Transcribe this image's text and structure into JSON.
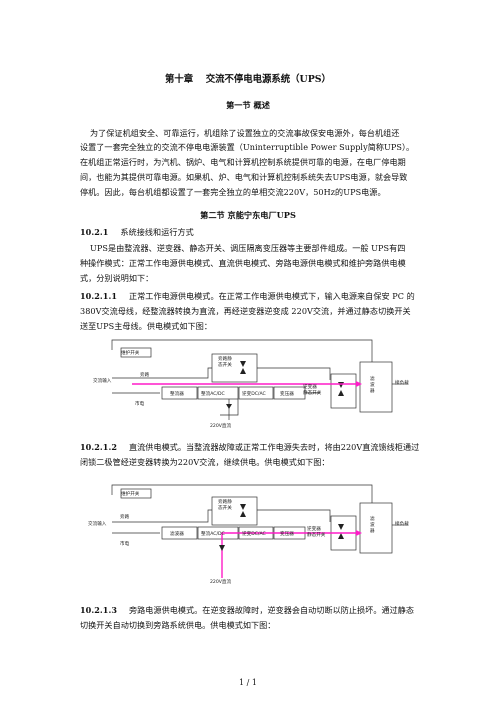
{
  "chapter_title": "第十章　 交流不停电电源系统（UPS）",
  "section1_title": "第一节 概述",
  "section1_para": [
    "为了保证机组安全、可靠运行，机组除了设置独立的交流事故保安电源外，每台机组还",
    "设置了一套完全独立的交流不停电电源装置（Uninterruptible Power Supply简称UPS）。",
    "在机组正常运行时，为汽机、锅炉、电气和计算机控制系统提供可靠的电源，在电厂停电期",
    "间，也能为其提供可靠电源。如果机、炉、电气和计算机控制系统失去UPS电源，就会导致",
    "停机。因此，每台机组都设置了一套完全独立的单相交流220V，50Hz的UPS电源。"
  ],
  "section2_title": "第二节 京能宁东电厂UPS",
  "s1021": {
    "num": "10.2.1",
    "title": "系统接线和运行方式"
  },
  "s1021_para": [
    "UPS是由整流器、逆变器、静态开关、调压隔离变压器等主要部件组成。一般 UPS有四",
    "种操作模式：正常工作电源供电模式、直流供电模式、旁路电源供电模式和维护旁路供电模",
    "式，分别说明如下："
  ],
  "s10211": {
    "num": "10.2.1.1",
    "lines": [
      "正常工作电源供电模式。在正常工作电源供电模式下，输入电源来自保安 PC 的",
      "380V交流母线，经整流器转换为直流，再经逆变器逆变成 220V交流，并通过静态切换开关",
      "送至UPS主母线。供电模式如下图："
    ]
  },
  "s10212": {
    "num": "10.2.1.2",
    "lines": [
      "直流供电模式。当整流器故障或正常工作电源失去时，将由220V直流馈线柜通过",
      "闭锁二极管经逆变器转换为220V交流，继续供电。供电模式如下图："
    ]
  },
  "s10213": {
    "num": "10.2.1.3",
    "lines": [
      "旁路电源供电模式。在逆变器故障时，逆变器会自动切断以防止损坏。通过静态",
      "切换开关自动切换到旁路系统供电。供电模式如下图："
    ]
  },
  "diagram1": {
    "maint_switch": "维护开关",
    "bypass": "旁路",
    "ac_input": "交流输入",
    "main": "市电",
    "bypass_static": "旁路静",
    "bypass_static2": "态开关",
    "rectifier": "整流器",
    "rectifier2": "整流AC/DC",
    "inverter": "逆变DC/AC",
    "transformer": "变压器",
    "inverter_static": "逆变器",
    "inverter_static2": "静态开关",
    "filter": "滤",
    "filter2": "波",
    "filter3": "器",
    "load": "接负载",
    "dc": "220V直流"
  },
  "diagram2": {
    "maint_switch": "维护开关",
    "bypass": "旁路",
    "ac_input": "交流输入",
    "main": "市电",
    "bypass_static": "旁路静",
    "bypass_static2": "态开关",
    "rectifier": "滤波器",
    "rectifier2": "整流AC/DC",
    "inverter": "逆变DC/AC",
    "transformer": "变压器",
    "inverter_static": "逆变器",
    "inverter_static2": "静态开关",
    "filter": "滤",
    "filter2": "波",
    "filter3": "器",
    "load": "接负载",
    "dc": "220V直流"
  },
  "page_number": "1  /  1"
}
